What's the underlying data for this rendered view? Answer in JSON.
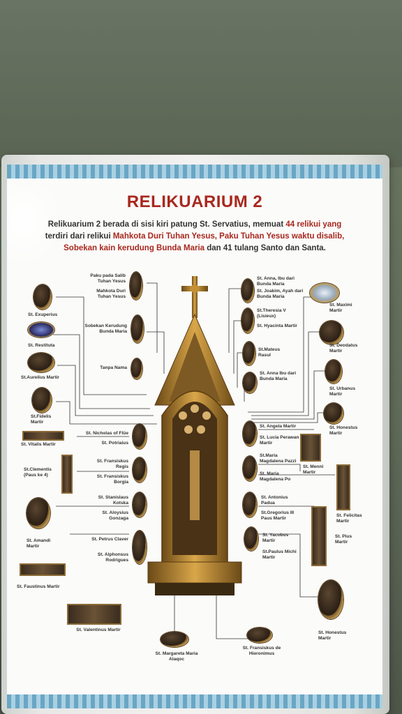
{
  "title": "RELIKUARIUM 2",
  "intro": {
    "l1a": "Relikuarium 2 berada di sisi kiri patung St. Servatius, memuat ",
    "l1b": "44 relikui yang",
    "l2a": "terdiri dari relikui ",
    "l2b": "Mahkota Duri Tuhan Yesus, Paku Tuhan Yesus waktu disalib,",
    "l3a": "Sobekan kain kerudung Bunda Maria",
    "l3b": " dan 41 tulang Santo dan Santa."
  },
  "labels": {
    "paku": "Paku pada Salib Tuhan Yesus",
    "mahkota": "Mahkota Duri Tuhan Yesus",
    "sobekan": "Sobekan Kerudung Bunda Maria",
    "tanpa": "Tanpa Nama",
    "anna1": "St. Anna, Ibu dari Bunda Maria",
    "joakim": "St. Joakim, Ayah dari Bunda Maria",
    "theresia": "St.Theresia V (Lisieux)",
    "hyacinta": "St. Hyacinta Martir",
    "mateus": "St.Mateus Rasul",
    "anna2": "St. Anna Ibu dari Bunda Maria",
    "exuperius": "St. Exuperius",
    "restituta": "St. Restituta",
    "aurelius": "St.Aurelius Martir",
    "fidelis": "St.Fidelis Martir",
    "vitalis": "St. Vitalis Martir",
    "clementis": "St.Clementis (Paus ke 4)",
    "amandi": "St. Amandi Martir",
    "faustinus": "St. Faustinus Martir",
    "valentinus": "St. Valentinus Martir",
    "maximi": "St. Maximi Martir",
    "deodatus": "St. Deodatus Martir",
    "urbanus": "St. Urbanus Martir",
    "honestus1": "St. Honestus Martir",
    "menni": "St. Menni Martir",
    "felicitas": "St. Felicitas Martir",
    "pius": "St. Pius Martir",
    "honestus2": "St. Honestus Martir",
    "nicholas": "St. Nicholas of Flüe",
    "potriaius": "St. Potriaius",
    "fransiskus_regis": "St. Fransiskus Regis",
    "fransiskus_borgia": "St. Fransiskus Borgia",
    "stanislaus": "St. Stanislaus Kotska",
    "aloysius": "St. Aloysius Gonzaga",
    "petrus": "St. Petrus Claver",
    "alphonsus": "St. Alphonsus Rodrigues",
    "angela": "St. Angela Martir",
    "lucia": "St. Lucia Perawan Martir",
    "maria_pazzi": "St.Maria Magdalena Pazzi",
    "maria_po": "St. Maria Magdalena Po",
    "antonius": "St. Antonius Padua",
    "gregorius": "St.Gregorius III Paus Martir",
    "yacobus": "St. Yacobus Martir",
    "paulus": "St.Paulus Michi Martir",
    "margareta": "St. Margareta Maria Alaqoc",
    "fransiskus_h": "St. Fransiskus de Hieronimus"
  }
}
